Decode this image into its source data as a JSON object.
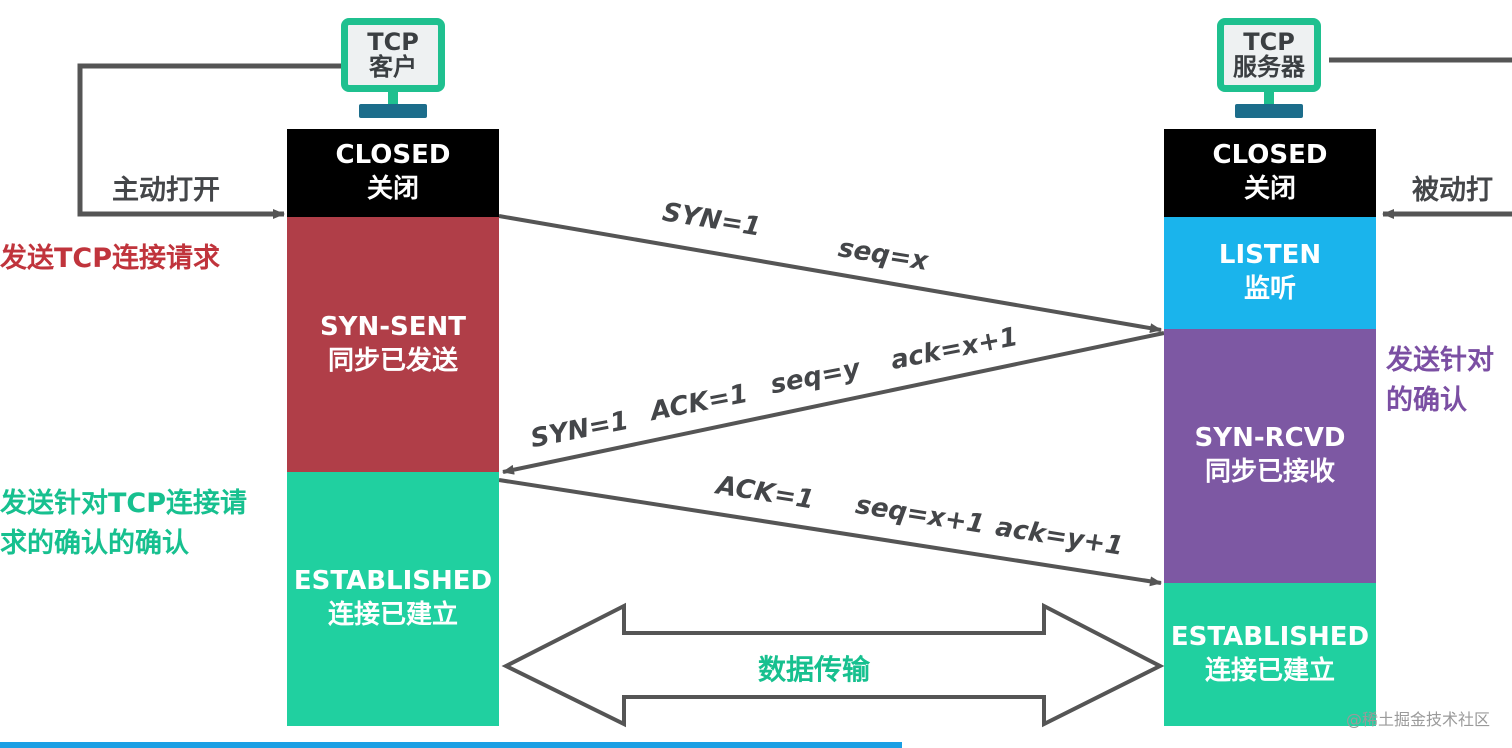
{
  "colors": {
    "closed": "#000000",
    "syn_sent": "#b03e48",
    "established": "#20d0a0",
    "listen": "#1ab4ec",
    "syn_rcvd": "#7d58a3",
    "red_text": "#c0343c",
    "green_text": "#17c08f",
    "purple_text": "#7b4fa3",
    "line": "#555555",
    "monitor": "#1fc08f",
    "bottom_bar": "#1a9fe4"
  },
  "client": {
    "device_line1": "TCP",
    "device_line2": "客户",
    "closed_en": "CLOSED",
    "closed_zh": "关闭",
    "syn_sent_en": "SYN-SENT",
    "syn_sent_zh": "同步已发送",
    "established_en": "ESTABLISHED",
    "established_zh": "连接已建立",
    "active_open": "主动打开",
    "send_request": "发送TCP连接请求",
    "ack_of_ack_line1": "发送针对TCP连接请",
    "ack_of_ack_line2": "求的确认的确认"
  },
  "server": {
    "device_line1": "TCP",
    "device_line2": "服务器",
    "closed_en": "CLOSED",
    "closed_zh": "关闭",
    "listen_en": "LISTEN",
    "listen_zh": "监听",
    "syn_rcvd_en": "SYN-RCVD",
    "syn_rcvd_zh": "同步已接收",
    "established_en": "ESTABLISHED",
    "established_zh": "连接已建立",
    "passive_open": "被动打",
    "send_ack_line1": "发送针对",
    "send_ack_line2": "的确认"
  },
  "messages": {
    "m1_syn": "SYN=1",
    "m1_seq": "seq=x",
    "m2_syn": "SYN=1",
    "m2_ack": "ACK=1",
    "m2_seq": "seq=y",
    "m2_acknum": "ack=x+1",
    "m3_ack": "ACK=1",
    "m3_seq": "seq=x+1",
    "m3_acknum": "ack=y+1"
  },
  "data_transfer": "数据传输",
  "watermark": "@稀土掘金技术社区"
}
